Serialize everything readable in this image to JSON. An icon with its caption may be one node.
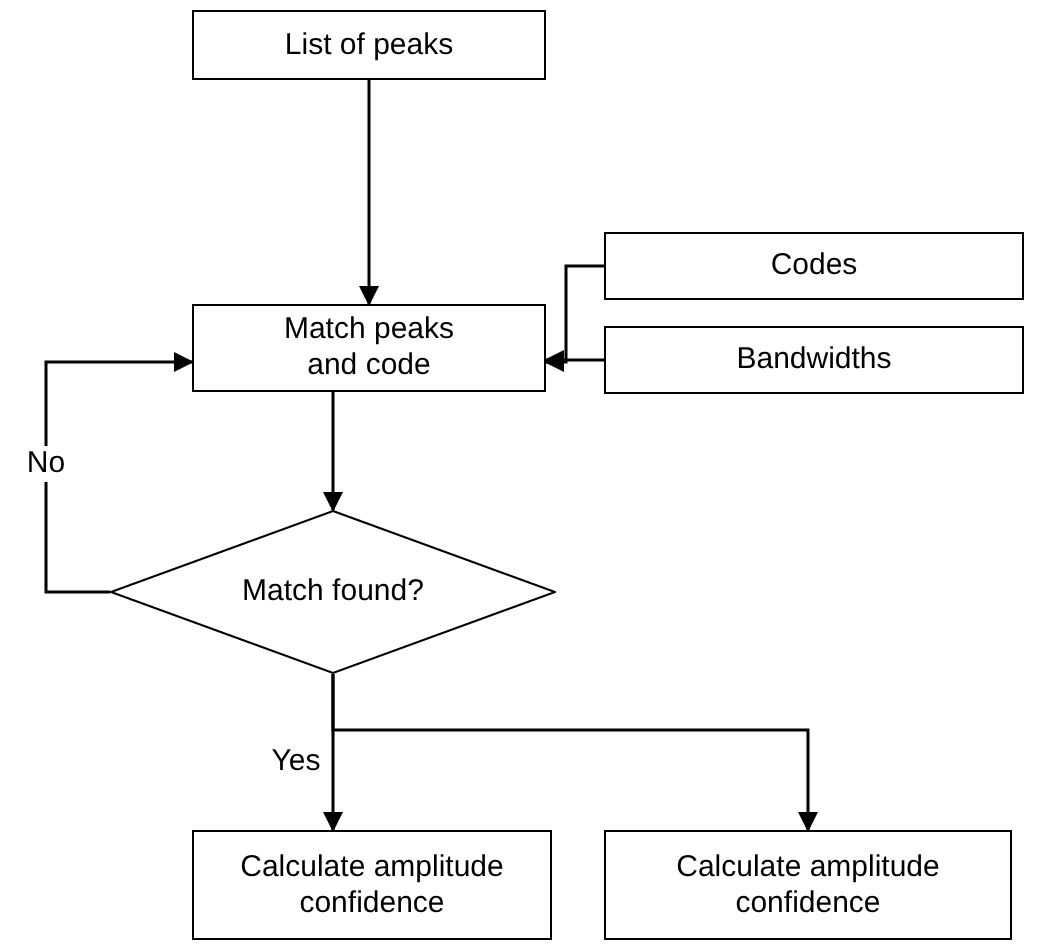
{
  "diagram": {
    "nodes": [
      {
        "text": [
          "List of peaks"
        ]
      },
      {
        "text": [
          "Match peaks and code"
        ]
      },
      {
        "text": [
          "Codes"
        ]
      },
      {
        "text": [
          "Bandwidths"
        ]
      },
      {
        "text": [
          "Match found?"
        ]
      },
      {
        "text": [
          "Calculate amplitude confidence"
        ]
      },
      {
        "text": [
          "Calculate amplitude confidence"
        ]
      }
    ],
    "edges": [
      {
        "from": 0,
        "to": 1,
        "arrow": "to"
      },
      {
        "from": 2,
        "to": 1,
        "arrow": "to"
      },
      {
        "from": 3,
        "to": 1,
        "arrow": "to"
      },
      {
        "from": 1,
        "to": 4,
        "arrow": "to"
      },
      {
        "from": 4,
        "to": 1,
        "arrow": "to",
        "label": "No"
      },
      {
        "from": 4,
        "to": 5,
        "arrow": "to",
        "label": "Yes"
      },
      {
        "from": 4,
        "to": 6,
        "arrow": "to"
      }
    ]
  }
}
